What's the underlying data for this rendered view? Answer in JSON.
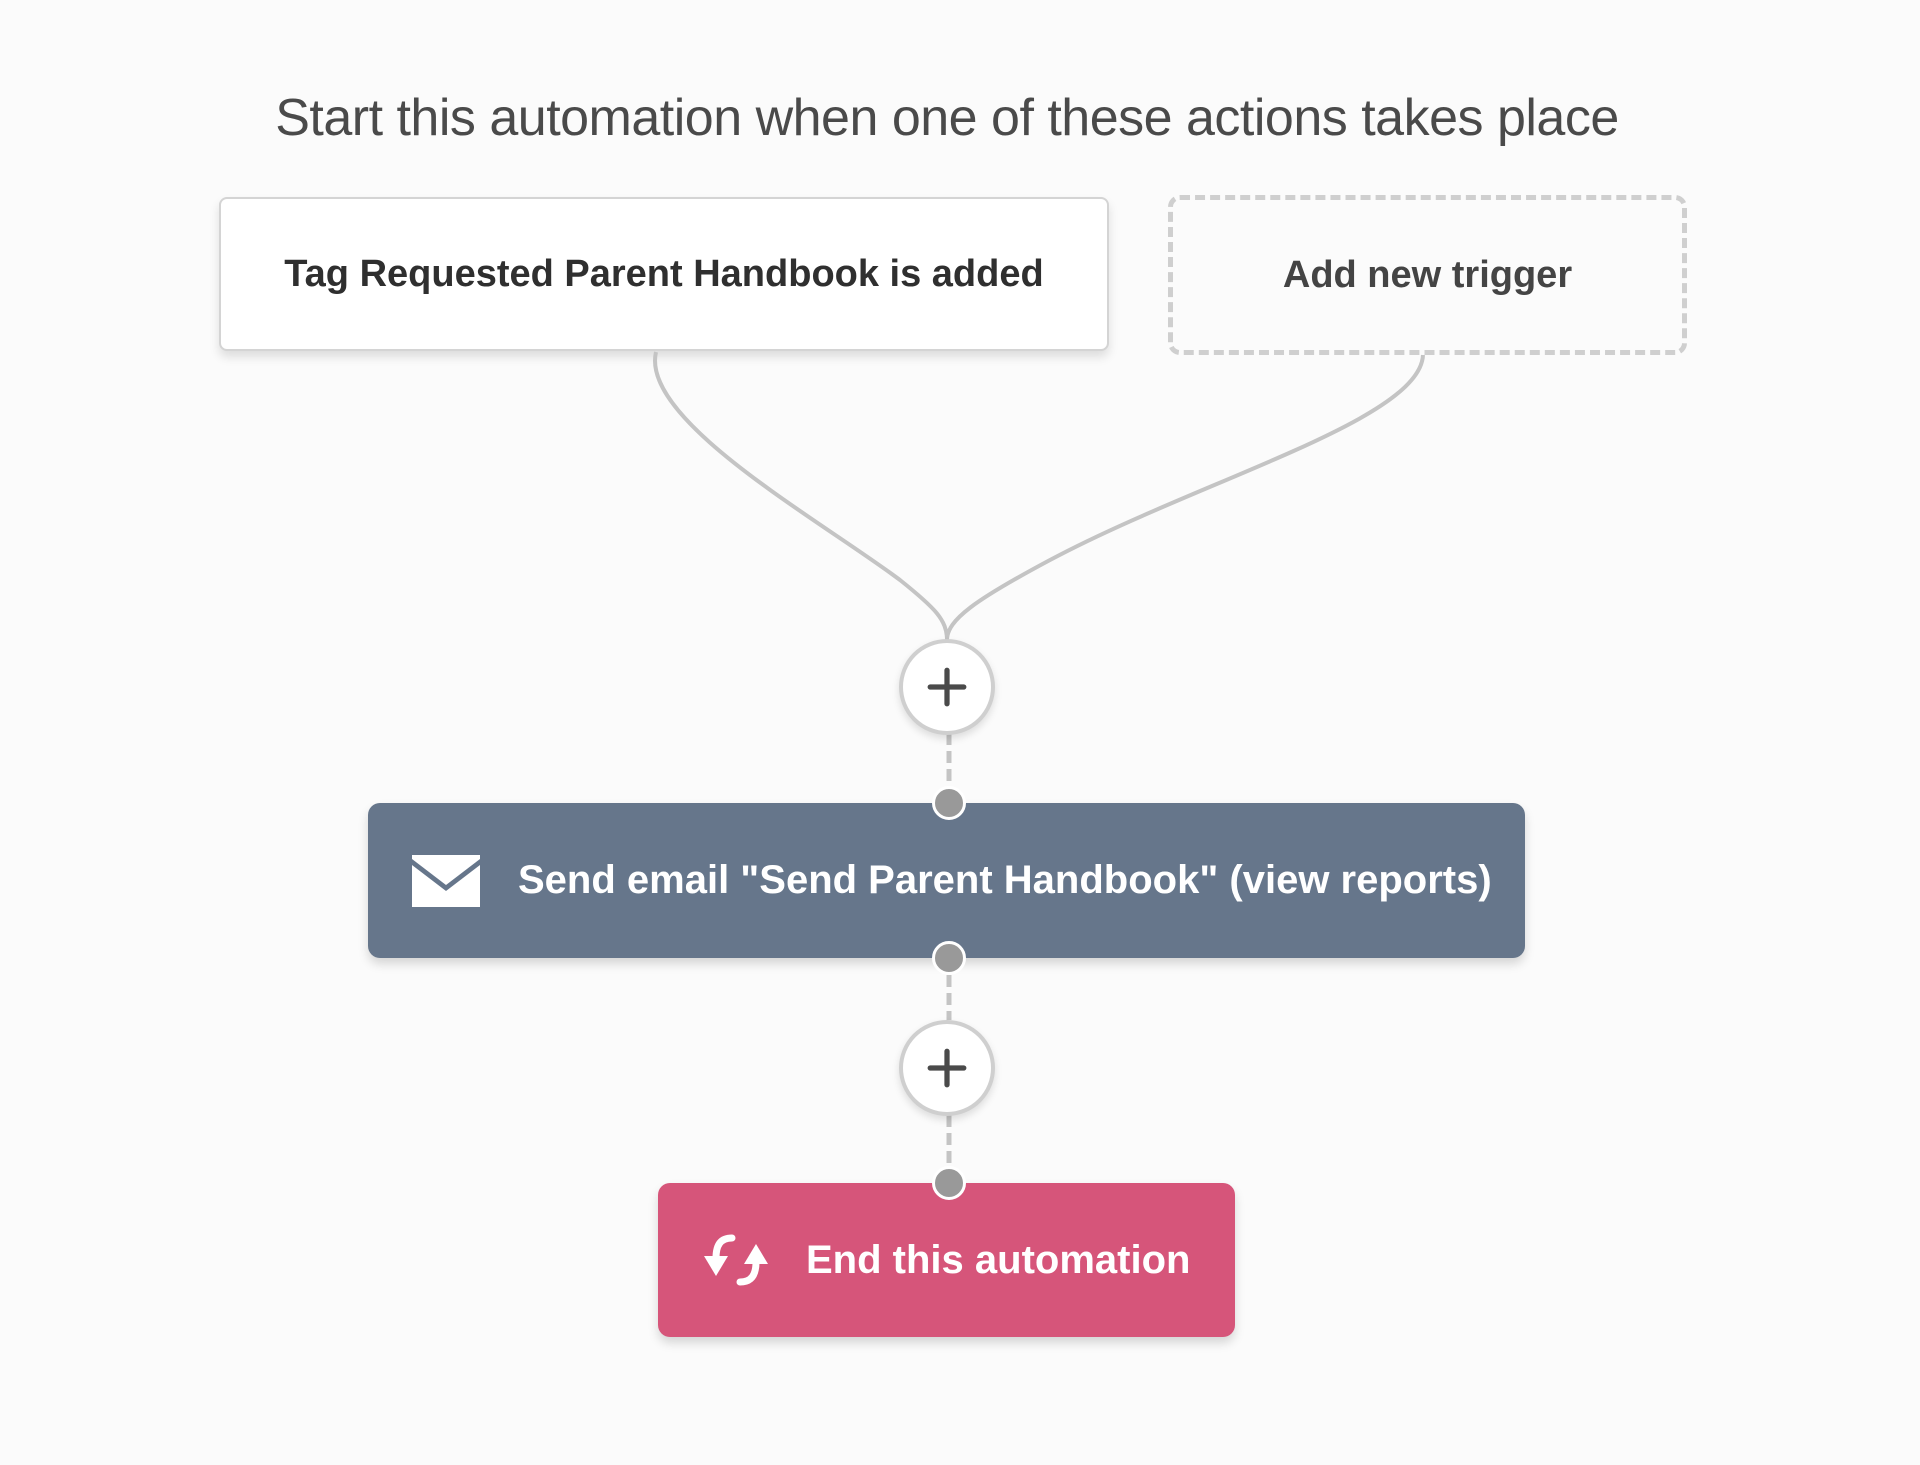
{
  "header": {
    "title": "Start this automation when one of these actions takes place"
  },
  "triggers": [
    {
      "label": "Tag Requested Parent Handbook is added"
    },
    {
      "label": "Add new trigger"
    }
  ],
  "steps": [
    {
      "type": "add-step",
      "icon": "plus-icon"
    },
    {
      "type": "send-email",
      "icon": "envelope-icon",
      "label": "Send email \"Send Parent Handbook\" (view reports)",
      "color": "#66768b"
    },
    {
      "type": "add-step",
      "icon": "plus-icon"
    },
    {
      "type": "end",
      "icon": "refresh-arrows-icon",
      "label": "End this automation",
      "color": "#d6557a"
    }
  ],
  "colors": {
    "background": "#fbfbfb",
    "connector": "#c4c4c4",
    "dot": "#999999"
  }
}
